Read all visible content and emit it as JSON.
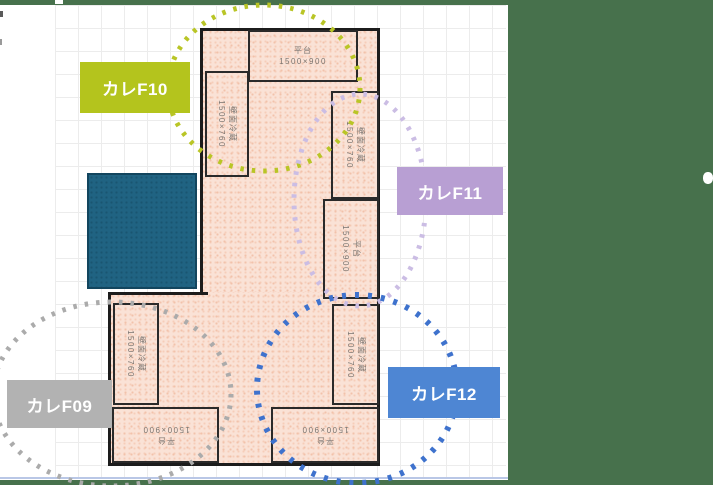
{
  "diagram": {
    "type": "store-floor-plan-with-camera-zones"
  },
  "css_vars": {
    "bg-green": "#47714c",
    "floor": "#fae2d6",
    "speckle": "#f2c2ab",
    "cooler": "#206382",
    "wall": "#1c1c1c",
    "grid": "#ececec",
    "fixture-text": "#7a7570",
    "bottom-line": "#b9c7e6"
  },
  "zones": {
    "f09": {
      "label": "カレF09",
      "label_bg": "#b2b2b2",
      "text_color": "#ffffff",
      "ring_color": "#ababab"
    },
    "f10": {
      "label": "カレF10",
      "label_bg": "#b4c41d",
      "text_color": "#ffffff",
      "ring_color": "#b9c526"
    },
    "f11": {
      "label": "カレF11",
      "label_bg": "#b89fd3",
      "text_color": "#ffffff",
      "ring_color": "#cbbde4"
    },
    "f12": {
      "label": "カレF12",
      "label_bg": "#4e86d3",
      "text_color": "#ffffff",
      "ring_color": "#3e72cd"
    }
  },
  "fixtures": [
    {
      "name": "平台",
      "dims": "1500×900"
    },
    {
      "name": "壁面冷蔵",
      "dims": "1500×760"
    },
    {
      "name": "壁面冷蔵",
      "dims": "1500×760"
    },
    {
      "name": "平台",
      "dims": "1500×900"
    },
    {
      "name": "壁面冷蔵",
      "dims": "1500×760"
    },
    {
      "name": "壁面冷蔵",
      "dims": "1500×760"
    },
    {
      "name": "平台",
      "dims": "1500×900"
    },
    {
      "name": "平台",
      "dims": "1500×900"
    }
  ]
}
